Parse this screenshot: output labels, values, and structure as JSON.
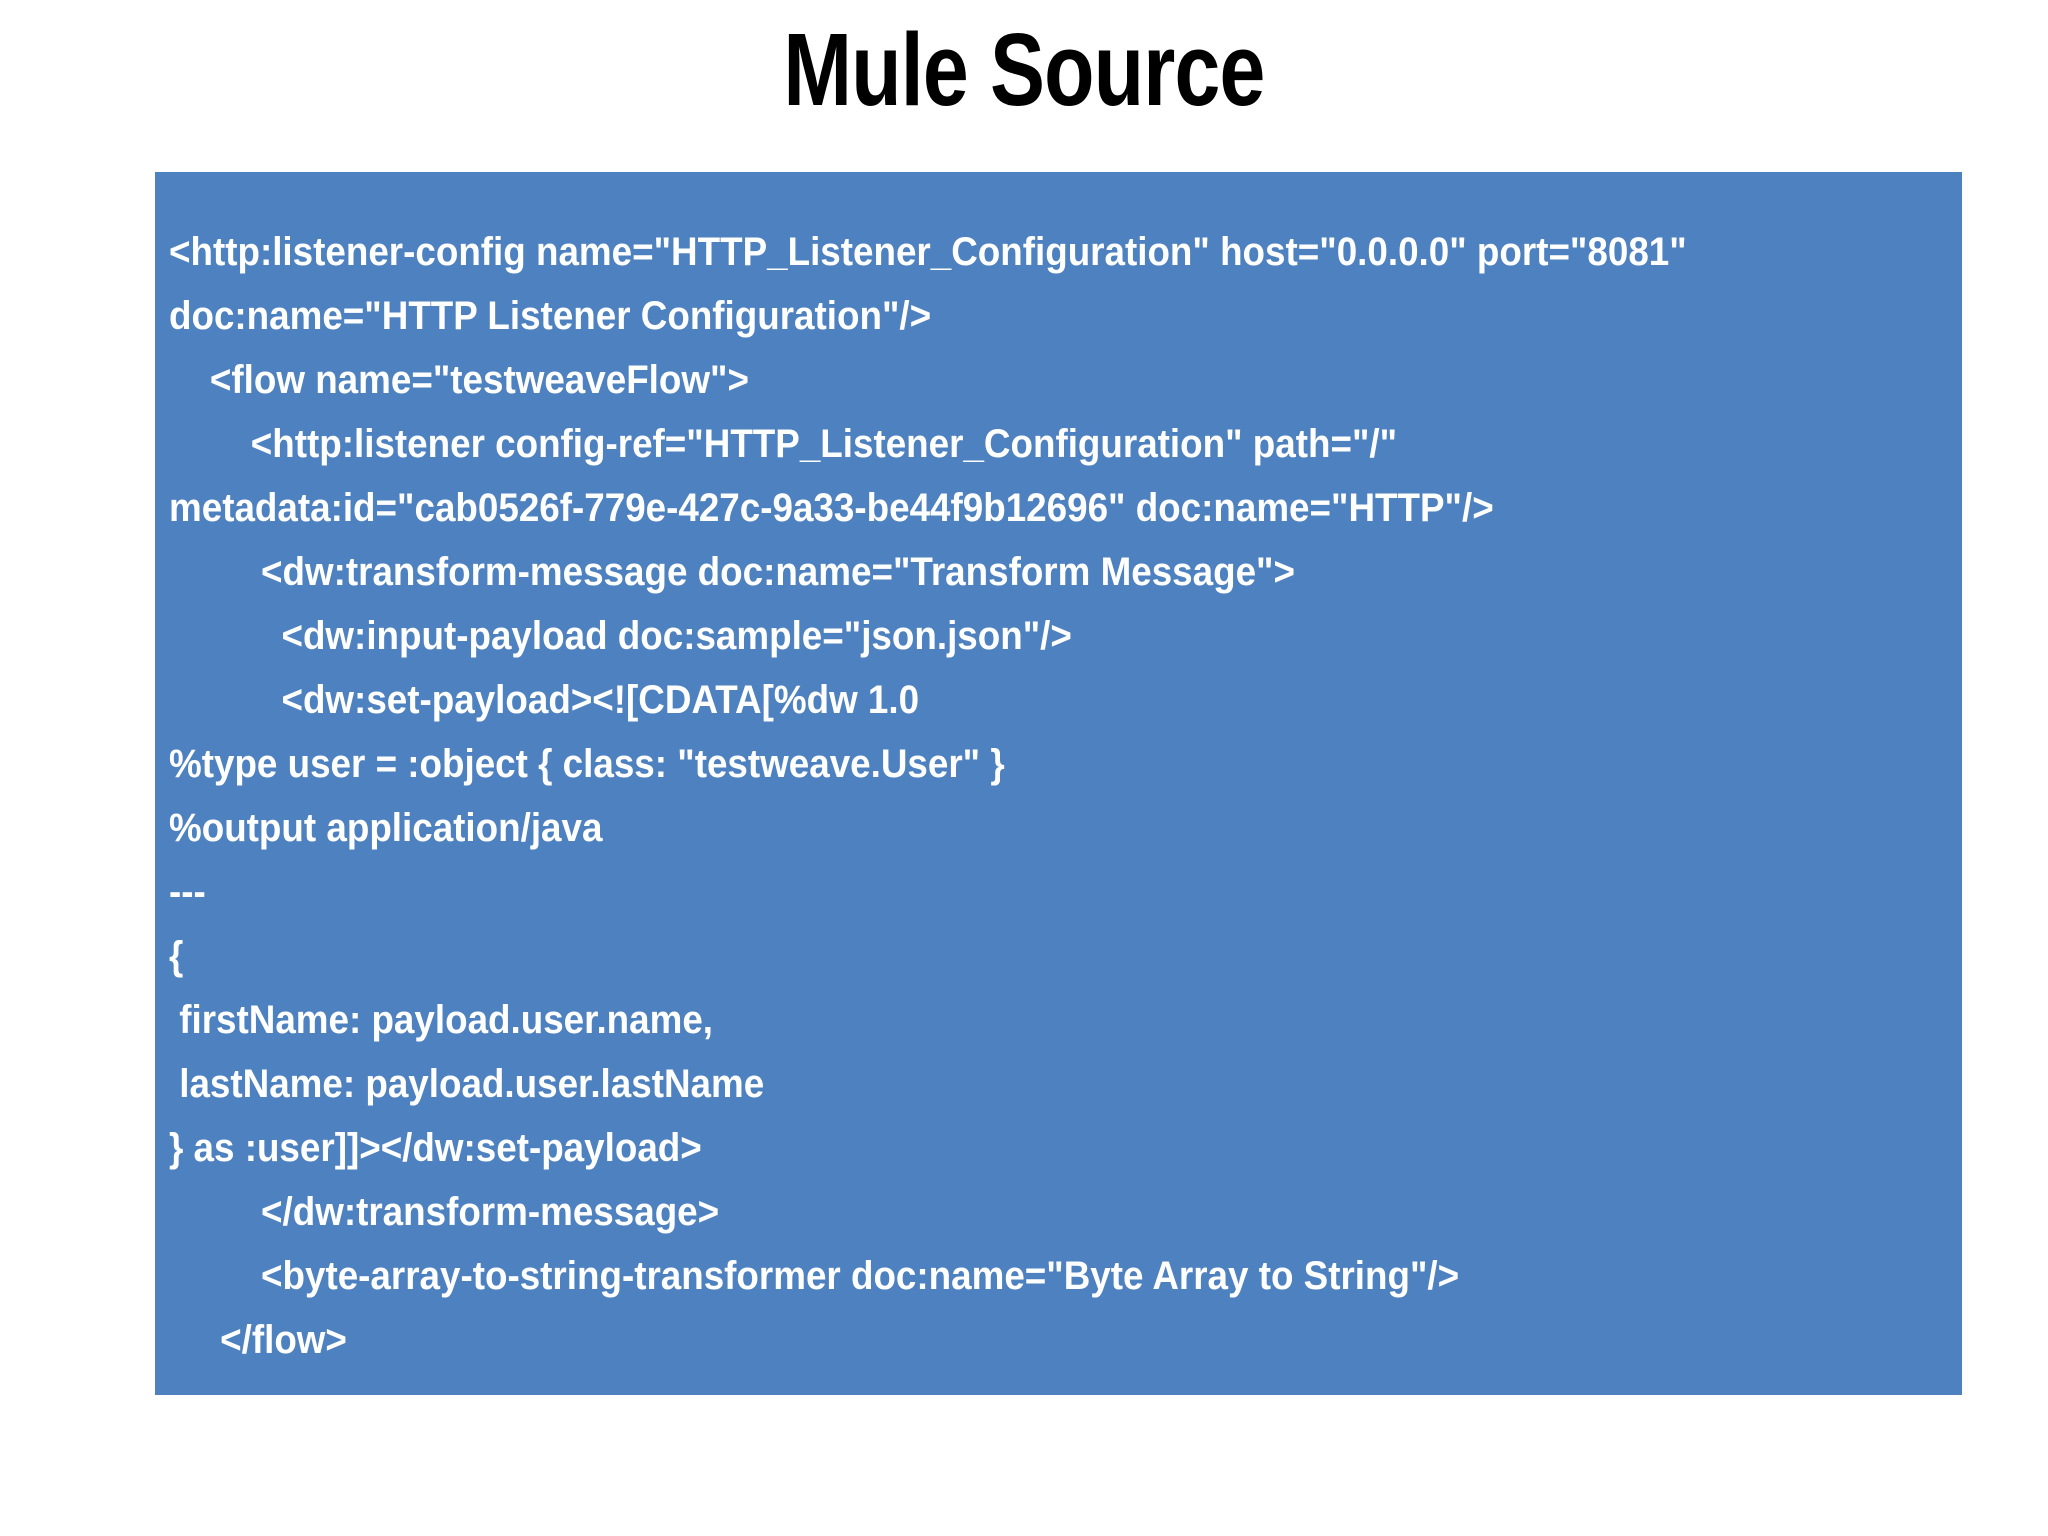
{
  "slide": {
    "title": "Mule Source",
    "background_color": "#FFFFFF",
    "title_color": "#000000"
  },
  "code_panel": {
    "background_color": "#4E81C0",
    "text_color": "#FFFFFF",
    "language": "xml",
    "lines": [
      "<http:listener-config name=\"HTTP_Listener_Configuration\" host=\"0.0.0.0\" port=\"8081\"",
      "doc:name=\"HTTP Listener Configuration\"/>",
      "    <flow name=\"testweaveFlow\">",
      "        <http:listener config-ref=\"HTTP_Listener_Configuration\" path=\"/\"",
      "metadata:id=\"cab0526f-779e-427c-9a33-be44f9b12696\" doc:name=\"HTTP\"/>",
      "         <dw:transform-message doc:name=\"Transform Message\">",
      "           <dw:input-payload doc:sample=\"json.json\"/>",
      "           <dw:set-payload><![CDATA[%dw 1.0",
      "%type user = :object { class: \"testweave.User\" }",
      "%output application/java",
      "---",
      "{",
      " firstName: payload.user.name,",
      " lastName: payload.user.lastName",
      "} as :user]]></dw:set-payload>",
      "         </dw:transform-message>",
      "         <byte-array-to-string-transformer doc:name=\"Byte Array to String\"/>",
      "     </flow>"
    ]
  }
}
